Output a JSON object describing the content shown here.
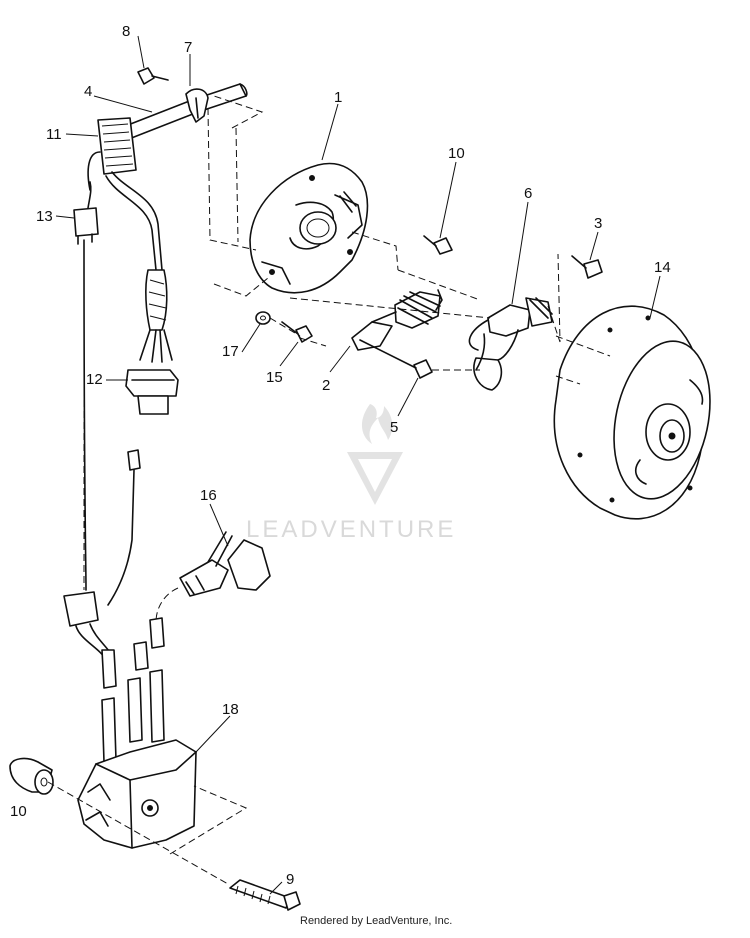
{
  "callouts": [
    {
      "id": "1",
      "text": "1"
    },
    {
      "id": "2",
      "text": "2"
    },
    {
      "id": "3",
      "text": "3"
    },
    {
      "id": "4",
      "text": "4"
    },
    {
      "id": "5",
      "text": "5"
    },
    {
      "id": "6",
      "text": "6"
    },
    {
      "id": "7",
      "text": "7"
    },
    {
      "id": "8",
      "text": "8"
    },
    {
      "id": "9",
      "text": "9"
    },
    {
      "id": "10a",
      "text": "10"
    },
    {
      "id": "10b",
      "text": "10"
    },
    {
      "id": "11",
      "text": "11"
    },
    {
      "id": "12",
      "text": "12"
    },
    {
      "id": "13",
      "text": "13"
    },
    {
      "id": "14",
      "text": "14"
    },
    {
      "id": "15",
      "text": "15"
    },
    {
      "id": "16",
      "text": "16"
    },
    {
      "id": "17",
      "text": "17"
    },
    {
      "id": "18",
      "text": "18"
    }
  ],
  "watermark": {
    "text": "LEADVENTURE",
    "icon": "leadventure-logo-icon"
  },
  "footer": {
    "text": "Rendered by LeadVenture, Inc."
  }
}
